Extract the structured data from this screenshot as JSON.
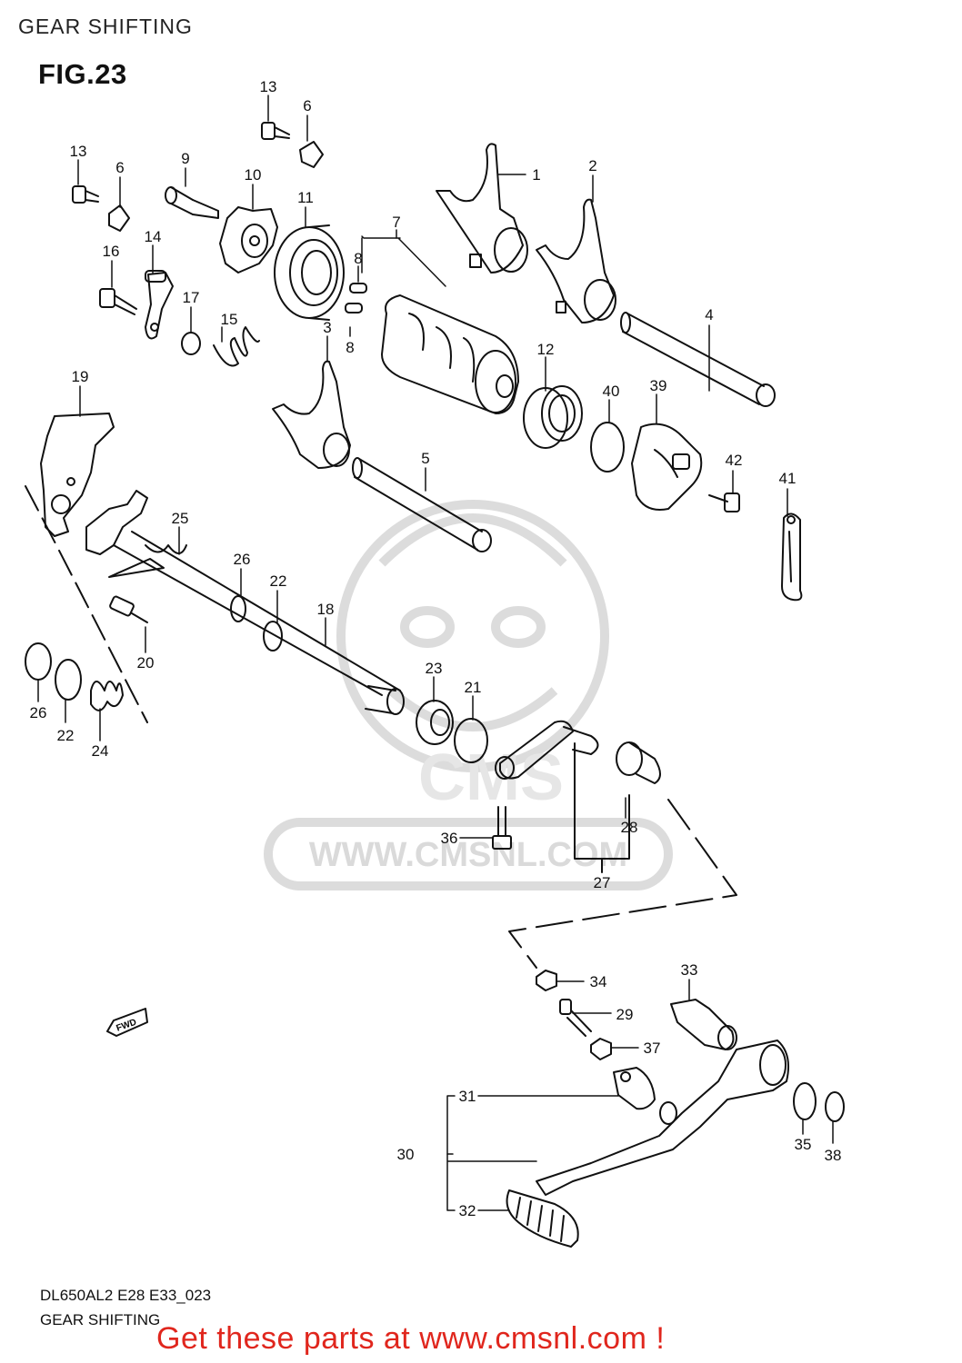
{
  "header": {
    "title": "GEAR SHIFTING",
    "figure": "FIG.23"
  },
  "watermark": {
    "logo": "CMS",
    "url": "WWW.CMSNL.COM"
  },
  "fwd_label": "FWD",
  "callouts": [
    {
      "id": "c1",
      "label": "1"
    },
    {
      "id": "c2",
      "label": "2"
    },
    {
      "id": "c3",
      "label": "3"
    },
    {
      "id": "c4",
      "label": "4"
    },
    {
      "id": "c5",
      "label": "5"
    },
    {
      "id": "c6a",
      "label": "6"
    },
    {
      "id": "c6b",
      "label": "6"
    },
    {
      "id": "c7",
      "label": "7"
    },
    {
      "id": "c8a",
      "label": "8"
    },
    {
      "id": "c8b",
      "label": "8"
    },
    {
      "id": "c9",
      "label": "9"
    },
    {
      "id": "c10",
      "label": "10"
    },
    {
      "id": "c11",
      "label": "11"
    },
    {
      "id": "c12",
      "label": "12"
    },
    {
      "id": "c13a",
      "label": "13"
    },
    {
      "id": "c13b",
      "label": "13"
    },
    {
      "id": "c14",
      "label": "14"
    },
    {
      "id": "c15",
      "label": "15"
    },
    {
      "id": "c16",
      "label": "16"
    },
    {
      "id": "c17",
      "label": "17"
    },
    {
      "id": "c18",
      "label": "18"
    },
    {
      "id": "c19",
      "label": "19"
    },
    {
      "id": "c20",
      "label": "20"
    },
    {
      "id": "c21",
      "label": "21"
    },
    {
      "id": "c22a",
      "label": "22"
    },
    {
      "id": "c22b",
      "label": "22"
    },
    {
      "id": "c23",
      "label": "23"
    },
    {
      "id": "c24",
      "label": "24"
    },
    {
      "id": "c25",
      "label": "25"
    },
    {
      "id": "c26a",
      "label": "26"
    },
    {
      "id": "c26b",
      "label": "26"
    },
    {
      "id": "c27",
      "label": "27"
    },
    {
      "id": "c28",
      "label": "28"
    },
    {
      "id": "c29",
      "label": "29"
    },
    {
      "id": "c30",
      "label": "30"
    },
    {
      "id": "c31",
      "label": "31"
    },
    {
      "id": "c32",
      "label": "32"
    },
    {
      "id": "c33",
      "label": "33"
    },
    {
      "id": "c34",
      "label": "34"
    },
    {
      "id": "c35",
      "label": "35"
    },
    {
      "id": "c36",
      "label": "36"
    },
    {
      "id": "c37",
      "label": "37"
    },
    {
      "id": "c38",
      "label": "38"
    },
    {
      "id": "c39",
      "label": "39"
    },
    {
      "id": "c40",
      "label": "40"
    },
    {
      "id": "c41",
      "label": "41"
    },
    {
      "id": "c42",
      "label": "42"
    }
  ],
  "footer": {
    "model_code": "DL650AL2 E28 E33_023",
    "section": "GEAR SHIFTING",
    "cta": "Get these parts at www.cmsnl.com !"
  },
  "colors": {
    "cta": "#e0261d",
    "line": "#111111",
    "watermark": "#d8d8d8"
  }
}
